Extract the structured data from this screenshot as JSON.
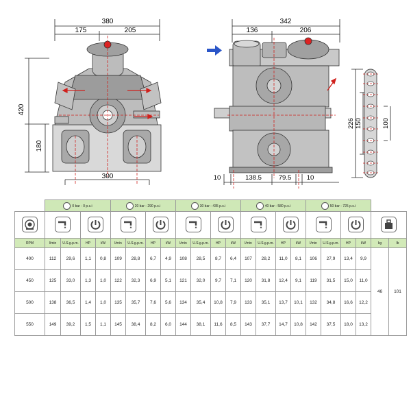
{
  "drawing": {
    "front": {
      "width_total": "380",
      "width_left": "175",
      "width_right": "205",
      "height_total": "420",
      "height_lower": "180",
      "base_width": "300"
    },
    "side": {
      "width_total": "342",
      "width_left": "136",
      "width_right": "206",
      "bottom_dims": [
        "10",
        "138.5",
        "79.5",
        "10"
      ],
      "height_226": "226",
      "height_150": "150",
      "height_100": "100"
    }
  },
  "table": {
    "pressure_groups": [
      "0 bar - 0 p.s.i",
      "20 bar - 290 p.s.i",
      "30 bar - 435 p.s.i",
      "40 bar - 580 p.s.i",
      "50 bar - 725 p.s.i"
    ],
    "rpm_label": "RPM",
    "subheads": [
      "l/min",
      "U.S.g.p.m.",
      "HP",
      "kW"
    ],
    "kg_label": "kg",
    "lb_label": "lb",
    "rows": [
      {
        "rpm": "400",
        "values": [
          "112",
          "29,6",
          "1,1",
          "0,8",
          "109",
          "28,8",
          "6,7",
          "4,9",
          "108",
          "28,5",
          "8,7",
          "6,4",
          "107",
          "28,2",
          "11,0",
          "8,1",
          "106",
          "27,9",
          "13,4",
          "9,9"
        ]
      },
      {
        "rpm": "450",
        "values": [
          "125",
          "33,0",
          "1,3",
          "1,0",
          "122",
          "32,3",
          "6,9",
          "5,1",
          "121",
          "32,0",
          "9,7",
          "7,1",
          "120",
          "31,8",
          "12,4",
          "9,1",
          "119",
          "31,5",
          "15,0",
          "11,0"
        ]
      },
      {
        "rpm": "500",
        "values": [
          "138",
          "36,5",
          "1,4",
          "1,0",
          "135",
          "35,7",
          "7,6",
          "5,6",
          "134",
          "35,4",
          "10,8",
          "7,9",
          "133",
          "35,1",
          "13,7",
          "10,1",
          "132",
          "34,8",
          "16,6",
          "12,2"
        ]
      },
      {
        "rpm": "550",
        "values": [
          "149",
          "39,2",
          "1,5",
          "1,1",
          "145",
          "38,4",
          "8,2",
          "6,0",
          "144",
          "38,1",
          "11,6",
          "8,5",
          "143",
          "37,7",
          "14,7",
          "10,8",
          "142",
          "37,5",
          "18,0",
          "13,2"
        ]
      }
    ],
    "weight_kg": "46",
    "weight_lb": "101"
  },
  "colors": {
    "accent_green": "#cfe8b7",
    "dim_red": "#d0201c",
    "arrow_blue": "#2a55c8",
    "pump_gray": "#9b9b9b"
  }
}
